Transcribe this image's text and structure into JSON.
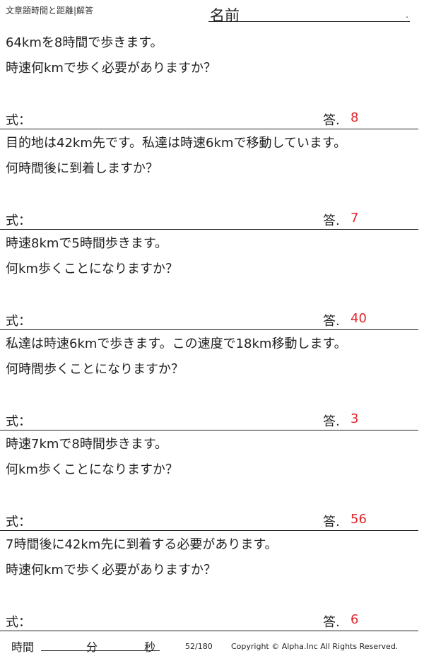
{
  "header": {
    "title": "文章題時間と距離|解答",
    "name_label": "名前",
    "name_dot": "."
  },
  "labels": {
    "formula": "式：",
    "answer": "答."
  },
  "problems": [
    {
      "line1": "64kmを8時間で歩きます。",
      "line2": "時速何kmで歩く必要がありますか？",
      "answer": "8"
    },
    {
      "line1": "目的地は42km先です。私達は時速6kmで移動しています。",
      "line2": "何時間後に到着しますか？",
      "answer": "7"
    },
    {
      "line1": "時速8kmで5時間歩きます。",
      "line2": "何km歩くことになりますか？",
      "answer": "40"
    },
    {
      "line1": "私達は時速6kmで歩きます。この速度で18km移動します。",
      "line2": "何時間歩くことになりますか？",
      "answer": "3"
    },
    {
      "line1": "時速7kmで8時間歩きます。",
      "line2": "何km歩くことになりますか？",
      "answer": "56"
    },
    {
      "line1": "7時間後に42km先に到着する必要があります。",
      "line2": "時速何kmで歩く必要がありますか？",
      "answer": "6"
    }
  ],
  "footer": {
    "time_label": "時間",
    "minutes_label": "分",
    "seconds_label": "秒",
    "page": "52/180",
    "copyright": "Copyright ©  Alpha.Inc All Rights Reserved."
  },
  "colors": {
    "answer": "#e0262b",
    "rule": "#222222"
  }
}
